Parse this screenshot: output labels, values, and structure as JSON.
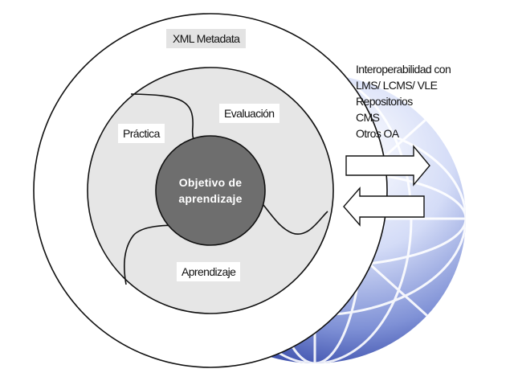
{
  "diagram": {
    "outer_ring": {
      "label": "XML Metadata"
    },
    "middle_ring": {
      "sections": [
        {
          "label": "Práctica"
        },
        {
          "label": "Evaluación"
        },
        {
          "label": "Aprendizaje"
        }
      ]
    },
    "core": {
      "line1": "Objetivo de",
      "line2": "aprendizaje"
    },
    "interoperability": {
      "lines": [
        "Interoperabilidad con",
        "LMS/ LCMS/ VLE",
        "Repositorios",
        "CMS",
        "Otros OA"
      ]
    },
    "colors": {
      "middle_fill": "#e6e6e6",
      "core_fill": "#6e6e6e",
      "globe_blue": "#5b6fc4"
    }
  }
}
